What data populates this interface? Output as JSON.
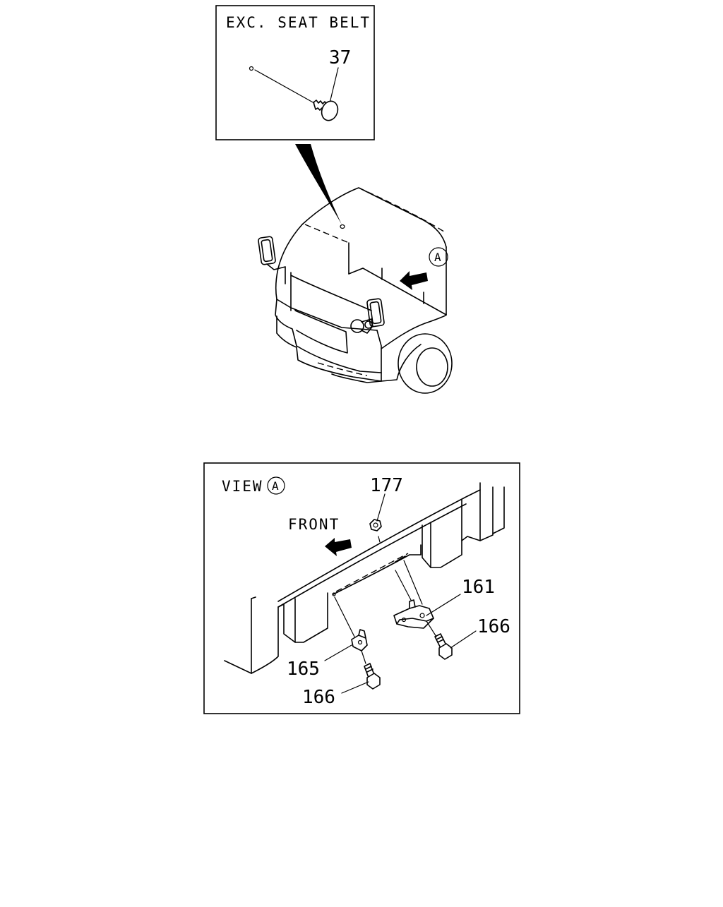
{
  "inset": {
    "caption": "EXC. SEAT BELT",
    "part_label": "37"
  },
  "truck": {
    "view_marker": "A"
  },
  "view_detail": {
    "caption_prefix": "VIEW",
    "caption_marker": "A",
    "front_label": "FRONT",
    "callouts": [
      {
        "id": "177",
        "label": "177"
      },
      {
        "id": "161",
        "label": "161"
      },
      {
        "id": "166-right",
        "label": "166"
      },
      {
        "id": "165",
        "label": "165"
      },
      {
        "id": "166-left",
        "label": "166"
      }
    ]
  }
}
